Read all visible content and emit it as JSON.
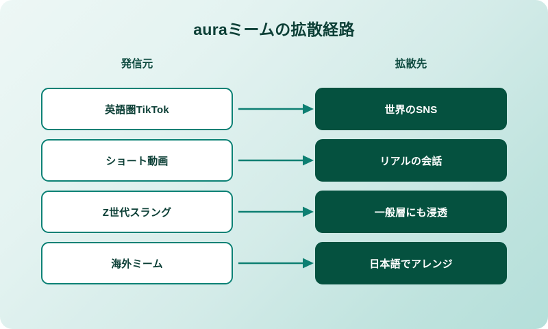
{
  "title": "auraミームの拡散経路",
  "columns": {
    "source_header": "発信元",
    "target_header": "拡散先"
  },
  "colors": {
    "background_light": "#edf7f5",
    "background_deep": "#b4dfda",
    "title_text": "#0c3f36",
    "header_text": "#0d4a3f",
    "source_border": "#0c8175",
    "source_fill": "#ffffff",
    "source_text": "#0c3f36",
    "target_fill": "#05513f",
    "target_text": "#ffffff",
    "arrow": "#0d7f72"
  },
  "rows": [
    {
      "source": "英語圏TikTok",
      "target": "世界のSNS",
      "arrow": "arrow-right-icon"
    },
    {
      "source": "ショート動画",
      "target": "リアルの会話",
      "arrow": "arrow-right-icon"
    },
    {
      "source": "Z世代スラング",
      "target": "一般層にも浸透",
      "arrow": "arrow-right-icon"
    },
    {
      "source": "海外ミーム",
      "target": "日本語でアレンジ",
      "arrow": "arrow-right-icon"
    }
  ]
}
